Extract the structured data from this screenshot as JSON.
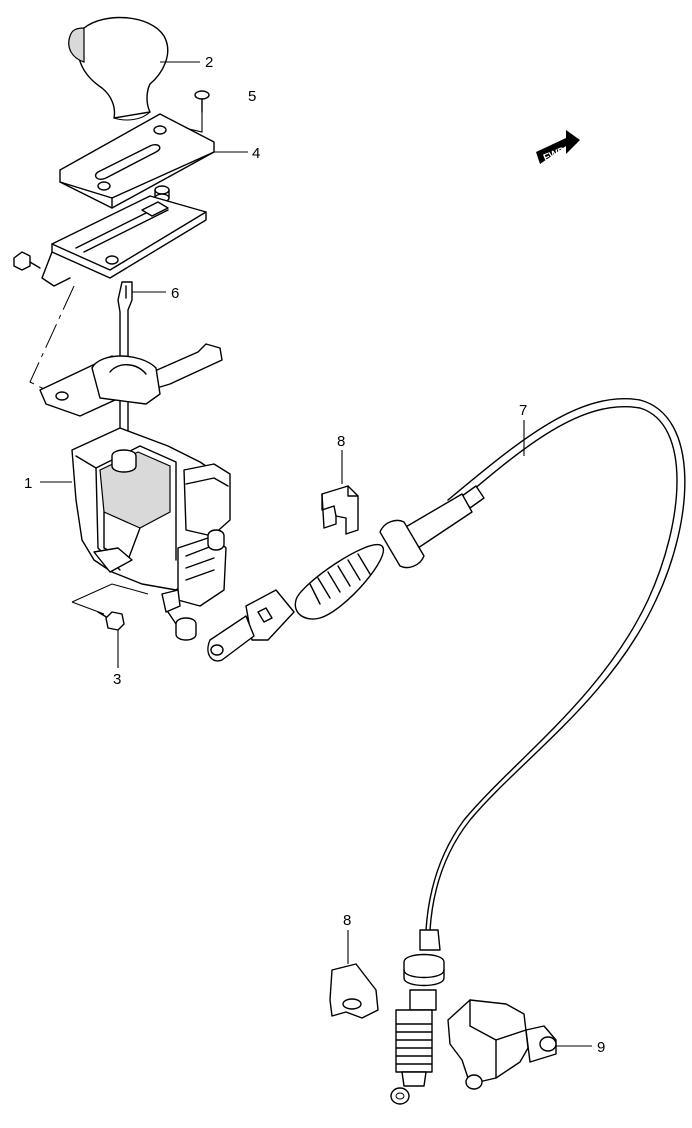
{
  "diagram": {
    "callouts": {
      "c1": "1",
      "c2": "2",
      "c3": "3",
      "c4": "4",
      "c5": "5",
      "c6": "6",
      "c7": "7",
      "c8a": "8",
      "c8b": "8",
      "c9": "9"
    },
    "fwd_label": "FWD"
  }
}
